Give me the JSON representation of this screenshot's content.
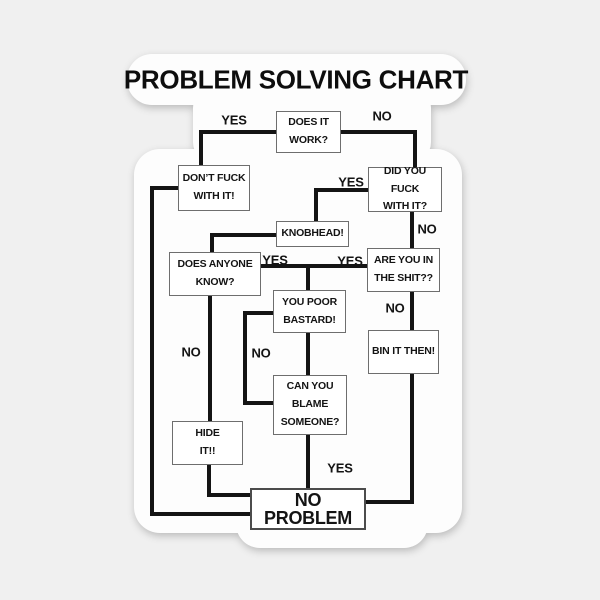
{
  "title": "PROBLEM SOLVING CHART",
  "colors": {
    "background": "#f0f0f0",
    "sticker": "#fdfdfd",
    "connector_line": "#141414",
    "node_border": "#6e6e6e",
    "text": "#121212"
  },
  "nodes": {
    "does_it_work": "DOES IT\nWORK?",
    "dont_fuck_with_it": "DON’T FUCK\nWITH IT!",
    "did_you_fuck_with_it": "DID YOU FUCK\nWITH IT?",
    "knobhead": "KNOBHEAD!",
    "does_anyone_know": "DOES ANYONE\nKNOW?",
    "are_you_in_the_shit": "ARE YOU IN\nTHE SHIT??",
    "you_poor_bastard": "YOU POOR\nBASTARD!",
    "bin_it_then": "BIN IT THEN!",
    "can_you_blame_someone": "CAN YOU\nBLAME\nSOMEONE?",
    "hide_it": "HIDE\nIT!!",
    "no_problem": "NO PROBLEM"
  },
  "edge_labels": {
    "yes_does_it_work": "YES",
    "no_does_it_work": "NO",
    "yes_did_you_fuck": "YES",
    "no_did_you_fuck": "NO",
    "yes_does_anyone_know": "YES",
    "yes_are_you_in_shit": "YES",
    "no_are_you_in_shit": "NO",
    "no_does_anyone_know": "NO",
    "no_can_you_blame": "NO",
    "yes_can_you_blame": "YES"
  },
  "edges": [
    {
      "from": "does_it_work",
      "label": "YES",
      "to": "dont_fuck_with_it"
    },
    {
      "from": "does_it_work",
      "label": "NO",
      "to": "did_you_fuck_with_it"
    },
    {
      "from": "did_you_fuck_with_it",
      "label": "YES",
      "to": "knobhead"
    },
    {
      "from": "did_you_fuck_with_it",
      "label": "NO",
      "to": "are_you_in_the_shit"
    },
    {
      "from": "knobhead",
      "label": "",
      "to": "does_anyone_know"
    },
    {
      "from": "does_anyone_know",
      "label": "YES",
      "to": "you_poor_bastard"
    },
    {
      "from": "are_you_in_the_shit",
      "label": "YES",
      "to": "you_poor_bastard"
    },
    {
      "from": "are_you_in_the_shit",
      "label": "NO",
      "to": "bin_it_then"
    },
    {
      "from": "you_poor_bastard",
      "label": "",
      "to": "can_you_blame_someone"
    },
    {
      "from": "can_you_blame_someone",
      "label": "NO",
      "to": "you_poor_bastard"
    },
    {
      "from": "does_anyone_know",
      "label": "NO",
      "to": "hide_it"
    },
    {
      "from": "can_you_blame_someone",
      "label": "YES",
      "to": "no_problem"
    },
    {
      "from": "hide_it",
      "label": "",
      "to": "no_problem"
    },
    {
      "from": "dont_fuck_with_it",
      "label": "",
      "to": "no_problem"
    },
    {
      "from": "bin_it_then",
      "label": "",
      "to": "no_problem"
    }
  ]
}
